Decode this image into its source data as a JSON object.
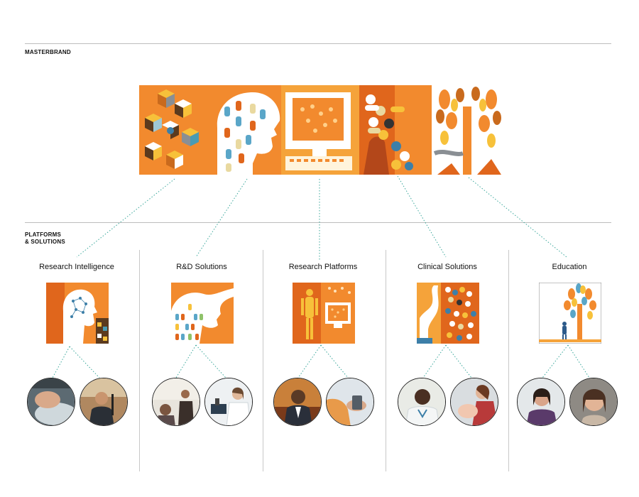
{
  "sections": {
    "masterbrand_label": "MASTERBRAND",
    "platforms_label_line1": "PLATFORMS",
    "platforms_label_line2": "& SOLUTIONS"
  },
  "columns": [
    {
      "title": "Research Intelligence",
      "thumb": "research-intelligence-illustration",
      "people": [
        "hand-with-mouse-photo",
        "man-at-microphone-photo"
      ]
    },
    {
      "title": "R&D Solutions",
      "thumb": "rd-solutions-illustration",
      "people": [
        "lab-researchers-photo",
        "woman-at-microscope-photo"
      ]
    },
    {
      "title": "Research Platforms",
      "thumb": "research-platforms-illustration",
      "people": [
        "smiling-man-photo",
        "hands-with-device-photo"
      ]
    },
    {
      "title": "Clinical Solutions",
      "thumb": "clinical-solutions-illustration",
      "people": [
        "male-nurse-photo",
        "mother-with-baby-photo"
      ]
    },
    {
      "title": "Education",
      "thumb": "education-illustration",
      "people": [
        "female-student-photo",
        "smiling-woman-photo"
      ]
    }
  ],
  "colors": {
    "accent_orange": "#f28a2e",
    "dark_orange": "#e0661c",
    "connector_teal": "#3aa79b",
    "rule_gray": "#bdbdbd"
  }
}
